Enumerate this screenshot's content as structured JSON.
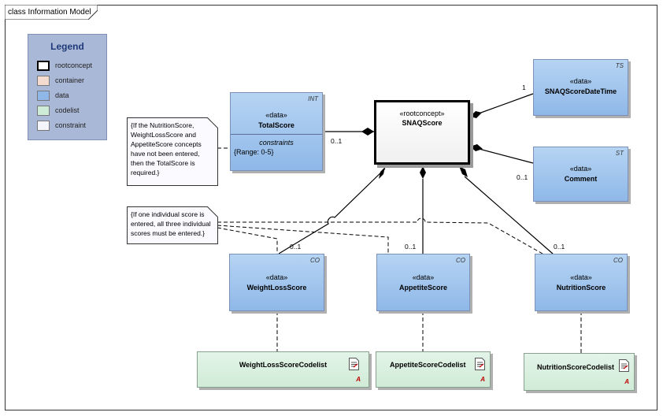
{
  "diagram": {
    "title": "class Information Model"
  },
  "legend": {
    "title": "Legend",
    "items": [
      {
        "label": "rootconcept",
        "color": "#ffffff"
      },
      {
        "label": "container",
        "color": "#f3dccf"
      },
      {
        "label": "data",
        "color": "#8fb8e8"
      },
      {
        "label": "codelist",
        "color": "#cdebd6"
      },
      {
        "label": "constraint",
        "color": "#f4f4fb"
      }
    ]
  },
  "classes": {
    "snaqscore": {
      "stereotype": "«rootconcept»",
      "name": "SNAQScore"
    },
    "totalscore": {
      "stereotype": "«data»",
      "name": "TotalScore",
      "tag": "INT",
      "section": "constraints",
      "constraint": "{Range: 0-5}"
    },
    "datetime": {
      "stereotype": "«data»",
      "name": "SNAQScoreDateTime",
      "tag": "TS"
    },
    "comment": {
      "stereotype": "«data»",
      "name": "Comment",
      "tag": "ST"
    },
    "weightloss": {
      "stereotype": "«data»",
      "name": "WeightLossScore",
      "tag": "CO"
    },
    "appetite": {
      "stereotype": "«data»",
      "name": "AppetiteScore",
      "tag": "CO"
    },
    "nutrition": {
      "stereotype": "«data»",
      "name": "NutritionScore",
      "tag": "CO"
    }
  },
  "codelists": {
    "weightloss": {
      "name": "WeightLossScoreCodelist",
      "marker": "A"
    },
    "appetite": {
      "name": "AppetiteScoreCodelist",
      "marker": "A"
    },
    "nutrition": {
      "name": "NutritionScoreCodelist",
      "marker": "A"
    }
  },
  "notes": {
    "total_required": [
      "{If the NutritionScore,",
      "WeightLossScore and",
      "AppetiteScore concepts",
      "have not been entered,",
      "then the TotalScore is",
      "required.}"
    ],
    "all_three": [
      "{If one individual score is",
      "entered, all three individual",
      "scores must be entered.}"
    ]
  },
  "multiplicities": {
    "totalscore": "0..1",
    "datetime": "1",
    "comment": "0..1",
    "weightloss": "0..1",
    "appetite": "0..1",
    "nutrition": "0..1"
  }
}
